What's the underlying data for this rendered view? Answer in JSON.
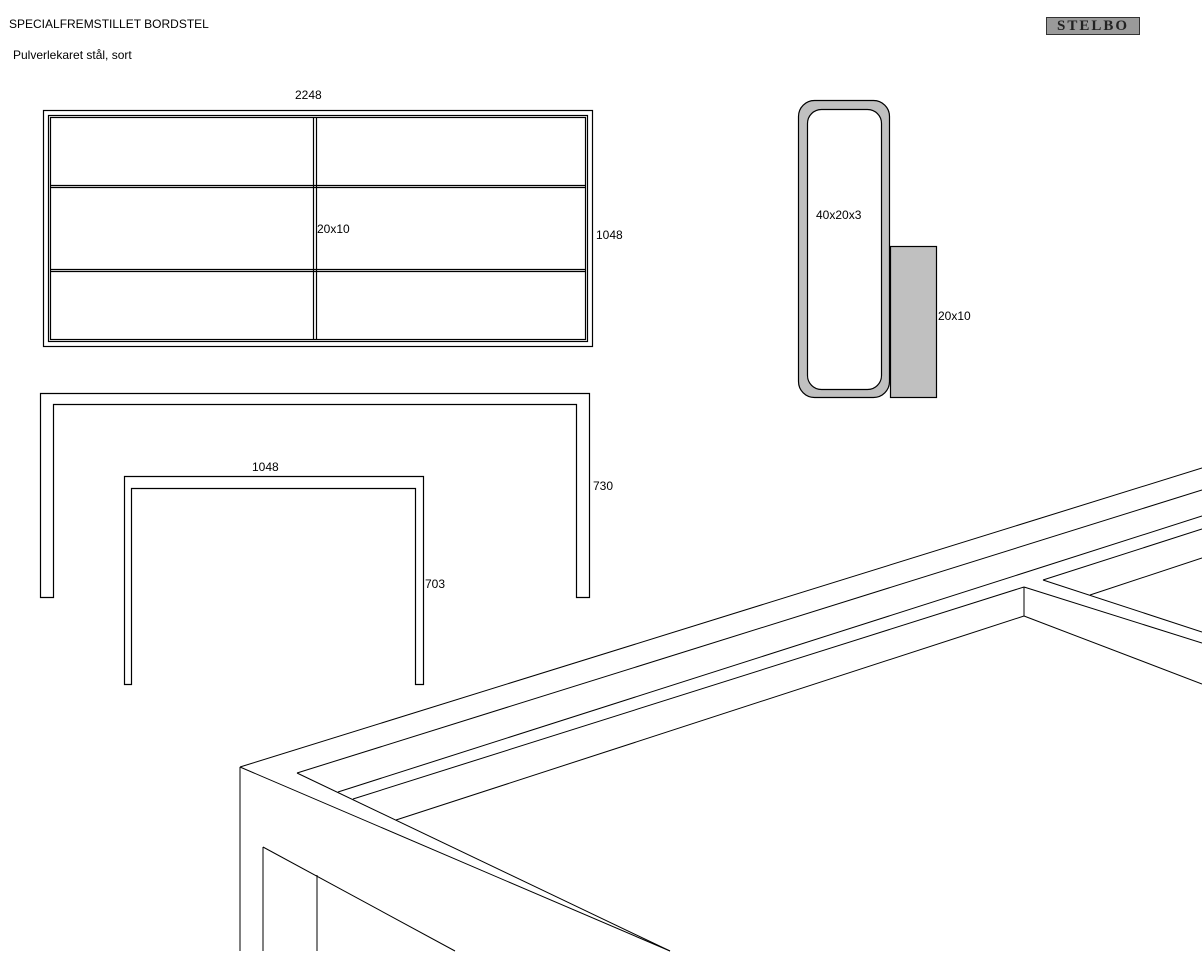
{
  "header": {
    "title": "SPECIALFREMSTILLET BORDSTEL",
    "subtitle": "Pulverlekaret stål, sort",
    "logo_text": "STELBO"
  },
  "top_view": {
    "width_label": "2248",
    "depth_label": "1048",
    "center_label": "20x10"
  },
  "side_view": {
    "height_label": "730"
  },
  "end_view": {
    "width_label": "1048",
    "height_label": "703"
  },
  "profile_section": {
    "tube_label": "40x20x3",
    "flat_bar_label": "20x10",
    "fill_color": "#c0c0c0"
  }
}
